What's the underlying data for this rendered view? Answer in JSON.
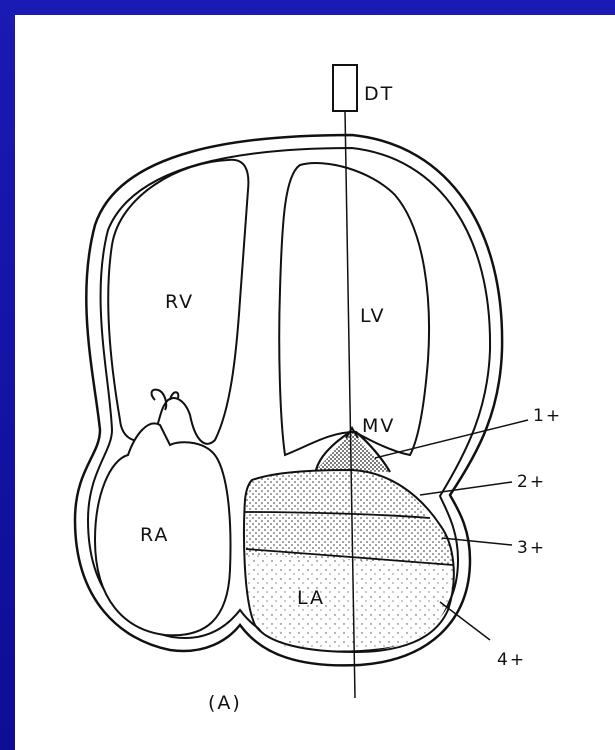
{
  "diagram": {
    "labels": {
      "dt": "DT",
      "rv": "RV",
      "lv": "LV",
      "mv": "MV",
      "ra": "RA",
      "la": "LA",
      "caption": "(A)"
    },
    "grades": [
      "1+",
      "2+",
      "3+",
      "4+"
    ]
  },
  "colors": {
    "background": "#1414a0",
    "panel": "#ffffff",
    "ink": "#111111"
  }
}
